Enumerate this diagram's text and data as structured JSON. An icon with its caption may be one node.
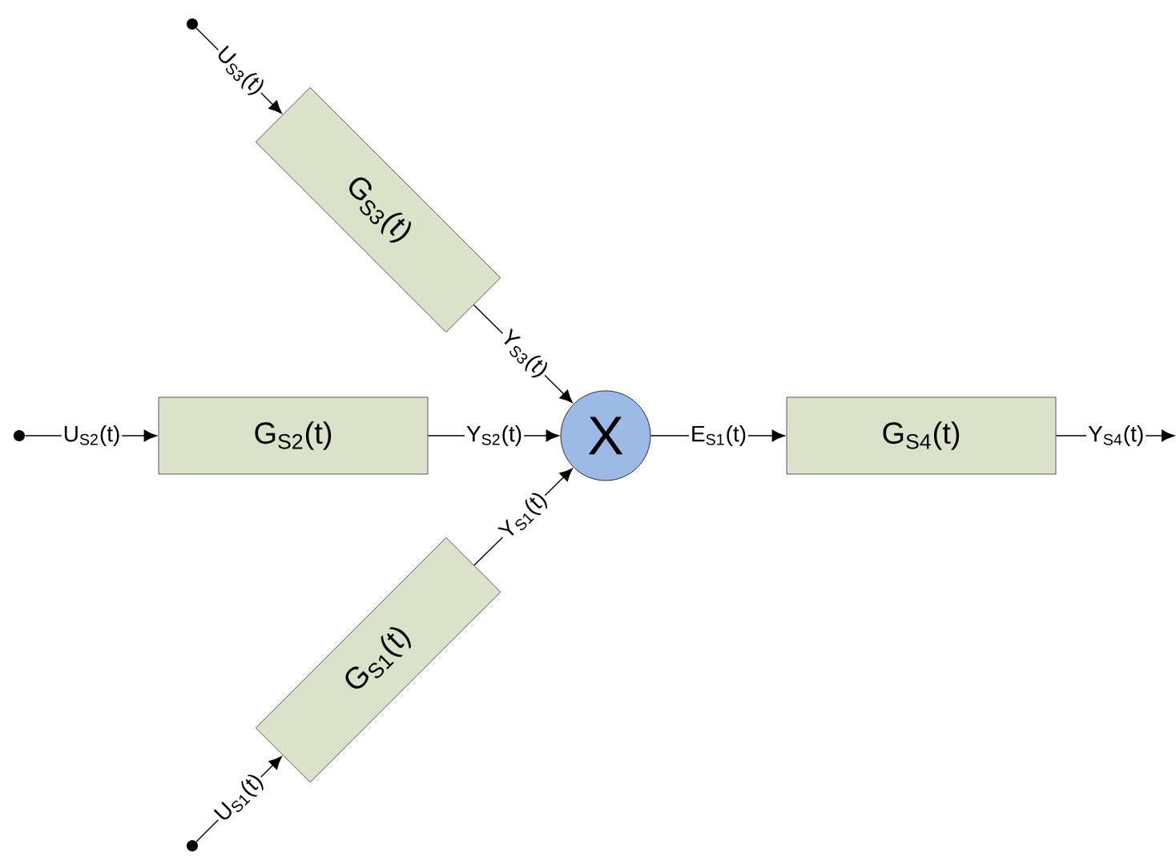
{
  "diagram": {
    "nodes": [
      {
        "text": [],
        "shape": "circle"
      },
      {
        "text": [
          "G$_{S3}$(t)"
        ]
      },
      {
        "text": [],
        "shape": "circle"
      },
      {
        "text": [
          "G$_{S2}$(t)"
        ]
      },
      {
        "text": [],
        "shape": "circle"
      },
      {
        "text": [
          "G$_{S1}$(t)"
        ]
      },
      {
        "text": [
          "X"
        ]
      },
      {
        "text": [
          "G$_{S4}$(t)"
        ]
      }
    ],
    "edges": [
      {
        "from": 0,
        "to": 1,
        "arrow": "to",
        "label": "U$_{S3}$(t)"
      },
      {
        "from": 1,
        "to": 6,
        "arrow": "to",
        "label": "Y$_{S3}$(t)"
      },
      {
        "from": 2,
        "to": 3,
        "arrow": "to",
        "label": "U$_{S2}$(t)"
      },
      {
        "from": 3,
        "to": 6,
        "arrow": "to",
        "label": "Y$_{S2}$(t)"
      },
      {
        "from": 4,
        "to": 5,
        "arrow": "to",
        "label": "U$_{S1}$(t)"
      },
      {
        "from": 5,
        "to": 6,
        "arrow": "to",
        "label": "Y$_{S1}$(t)"
      },
      {
        "from": 6,
        "to": 7,
        "arrow": "to",
        "label": "E$_{S1}$(t)"
      },
      {
        "from": 7,
        "to": null,
        "arrow": "to",
        "label": "Y$_{S4}$(t)"
      }
    ]
  }
}
